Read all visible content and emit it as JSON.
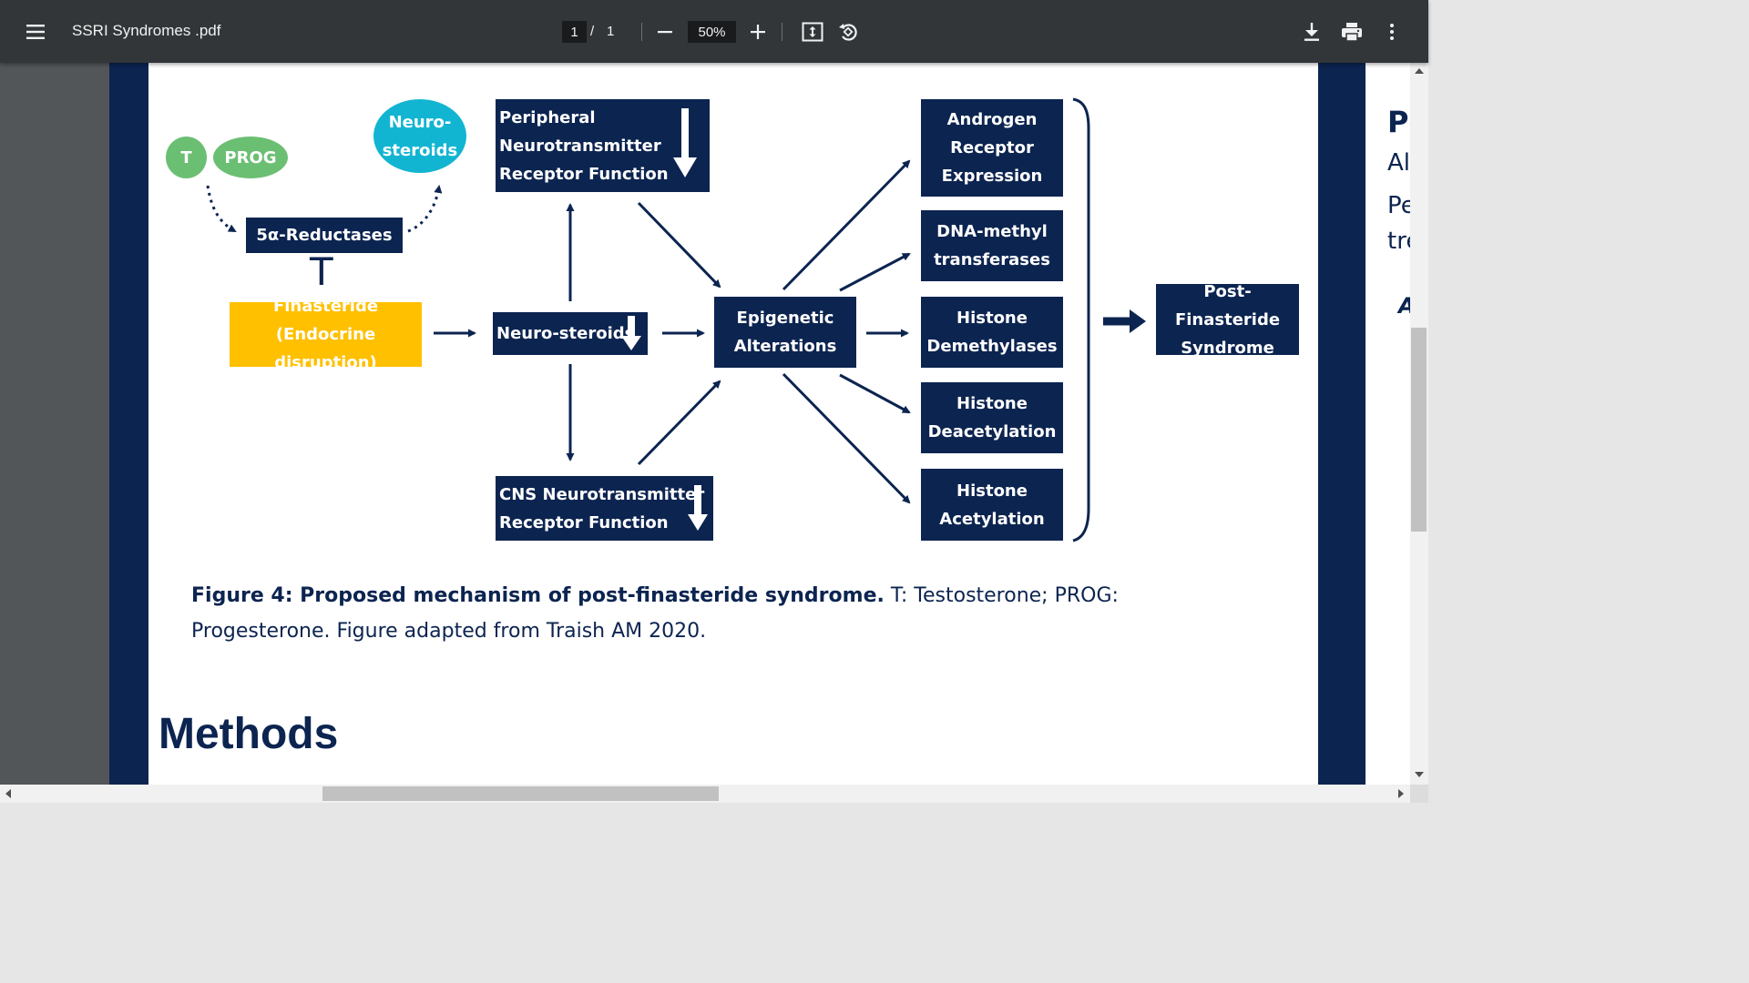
{
  "toolbar": {
    "menu_icon": "menu-icon",
    "title": "SSRI Syndromes .pdf",
    "page_current": "1",
    "page_separator": "/",
    "page_total": "1",
    "zoom_value": "50%",
    "zoom_out_icon": "minus-icon",
    "zoom_in_icon": "plus-icon",
    "fit_icon": "fit-to-page-icon",
    "rotate_icon": "rotate-icon",
    "download_icon": "download-icon",
    "print_icon": "print-icon",
    "more_icon": "more-vert-icon"
  },
  "diagram": {
    "t_label": "T",
    "prog_label": "PROG",
    "neurosteroids_ellipse": "Neuro-\nsteroids",
    "reductases": "5α-Reductases",
    "inhibit_symbol": "T",
    "finasteride": "Finasteride\n(Endocrine disruption)",
    "peripheral": "Peripheral\nNeurotransmitter\nReceptor Function",
    "neuro_steroids_box": "Neuro-steroids",
    "cns": "CNS Neurotransmitter\nReceptor Function",
    "epigenetic": "Epigenetic\nAlterations",
    "androgen": "Androgen\nReceptor\nExpression",
    "dna_methyl": "DNA-methyl\ntransferases",
    "histone_demethylases": "Histone\nDemethylases",
    "histone_deacetylation": "Histone\nDeacetylation",
    "histone_acetylation": "Histone\nAcetylation",
    "post_finasteride": "Post-Finasteride\nSyndrome"
  },
  "caption": {
    "bold": "Figure 4: Proposed mechanism of post-finasteride syndrome.",
    "normal": " T: Testosterone; PROG: Progesterone. Figure adapted from Traish AM 2020."
  },
  "methods_heading": "Methods",
  "next_page_fragments": [
    "Pe",
    "Al",
    "Pe",
    "tre",
    "A"
  ],
  "colors": {
    "navy": "#0c2450",
    "green": "#6bbf73",
    "cyan": "#12b5d1",
    "yellow": "#ffc000",
    "toolbar": "#323639"
  }
}
